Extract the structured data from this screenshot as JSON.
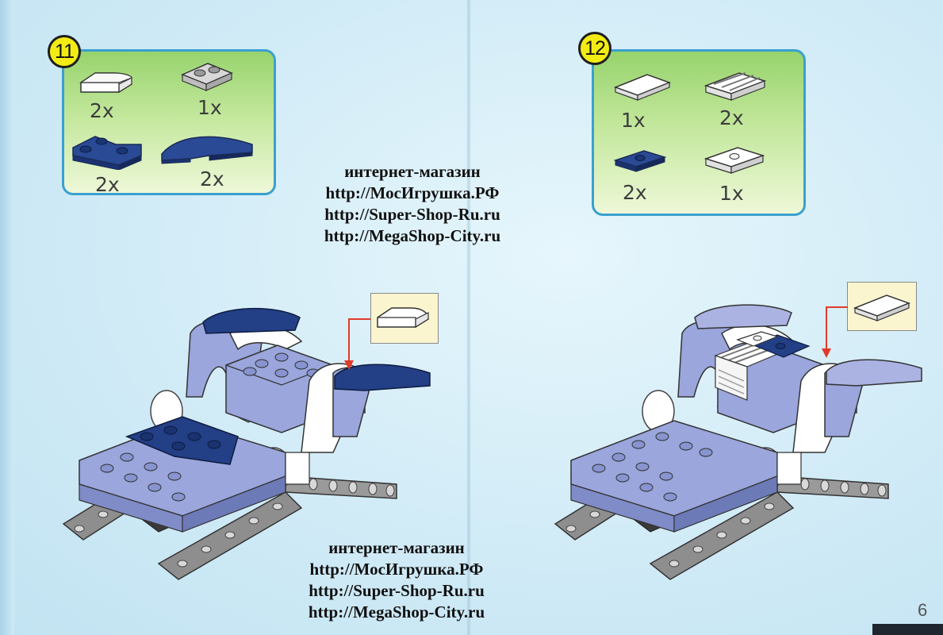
{
  "steps": [
    {
      "number": "11",
      "parts": [
        {
          "icon": "white-curved-slope-brick-icon",
          "qty": "2x"
        },
        {
          "icon": "gray-plate-1x2-icon",
          "qty": "1x"
        },
        {
          "icon": "blue-corner-plate-icon",
          "qty": "2x"
        },
        {
          "icon": "blue-curved-wing-plate-icon",
          "qty": "2x"
        }
      ]
    },
    {
      "number": "12",
      "parts": [
        {
          "icon": "white-tile-1x2-icon",
          "qty": "1x"
        },
        {
          "icon": "white-grille-tile-icon",
          "qty": "2x"
        },
        {
          "icon": "blue-jumper-plate-icon",
          "qty": "2x"
        },
        {
          "icon": "white-jumper-plate-icon",
          "qty": "1x"
        }
      ]
    }
  ],
  "watermark": {
    "lines": [
      "интернет-магазин",
      "http://МосИгрушка.РФ",
      "http://Super-Shop-Ru.ru",
      "http://MegaShop-City.ru"
    ]
  },
  "page_number": "6",
  "colors": {
    "box_border": "#3aa0cf",
    "badge_fill": "#f3ec14",
    "model_light_blue": "#9aa6dc",
    "model_dark_blue": "#233f86",
    "callout_arrow": "#e23a2a"
  }
}
